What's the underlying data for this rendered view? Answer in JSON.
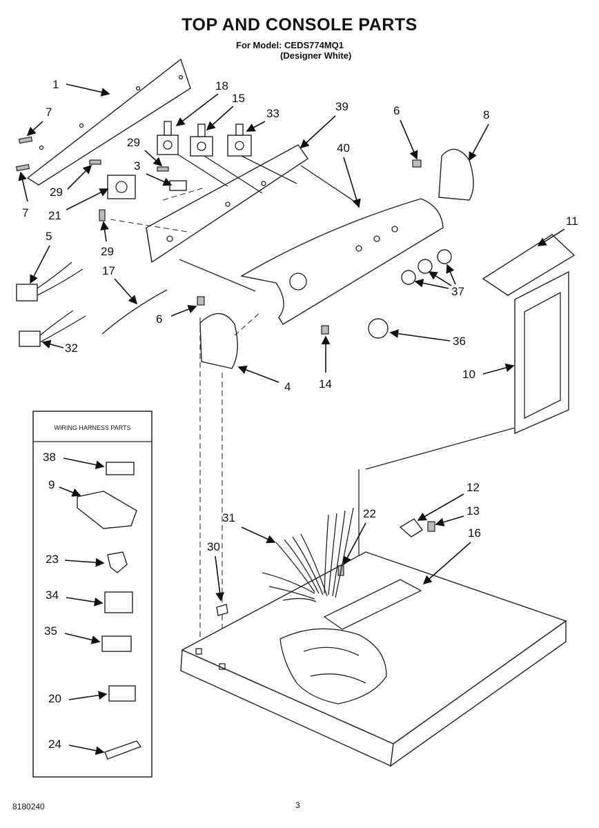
{
  "page": {
    "title": "TOP AND CONSOLE PARTS",
    "model_line": "For Model: CEDS774MQ1",
    "model_color": "(Designer White)",
    "doc_number": "8180240",
    "page_number": "3"
  },
  "wiring_box": {
    "title": "WIRING HARNESS PARTS",
    "labels": [
      "38",
      "9",
      "23",
      "34",
      "35",
      "20",
      "24"
    ]
  },
  "callouts": [
    "1",
    "7",
    "18",
    "15",
    "33",
    "39",
    "6",
    "8",
    "29",
    "3",
    "40",
    "29",
    "21",
    "7",
    "11",
    "29",
    "5",
    "17",
    "37",
    "6",
    "36",
    "32",
    "14",
    "4",
    "10",
    "12",
    "13",
    "31",
    "22",
    "30",
    "16"
  ]
}
